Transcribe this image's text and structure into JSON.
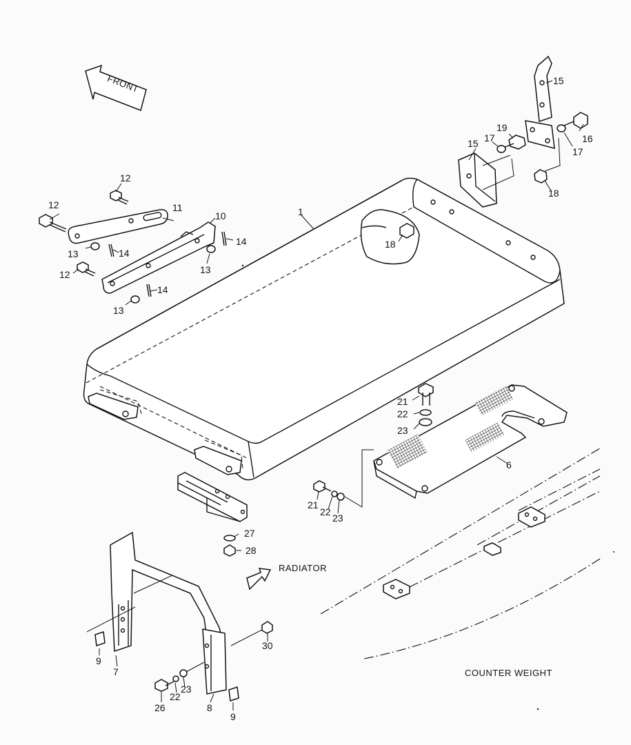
{
  "diagram": {
    "direction_labels": {
      "front": "FRONT",
      "radiator": "RADIATOR",
      "counter_weight": "COUNTER WEIGHT"
    },
    "callouts": {
      "c1": "1",
      "c6": "6",
      "c7": "7",
      "c8": "8",
      "c9a": "9",
      "c9b": "9",
      "c10": "10",
      "c11": "11",
      "c12a": "12",
      "c12b": "12",
      "c12c": "12",
      "c13a": "13",
      "c13b": "13",
      "c13c": "13",
      "c14a": "14",
      "c14b": "14",
      "c14c": "14",
      "c15a": "15",
      "c15b": "15",
      "c16": "16",
      "c17a": "17",
      "c17b": "17",
      "c18a": "18",
      "c18b": "18",
      "c19": "19",
      "c21a": "21",
      "c21b": "21",
      "c22a": "22",
      "c22b": "22",
      "c22c": "22",
      "c23a": "23",
      "c23b": "23",
      "c23c": "23",
      "c26": "26",
      "c27": "27",
      "c28": "28",
      "c30": "30"
    }
  }
}
